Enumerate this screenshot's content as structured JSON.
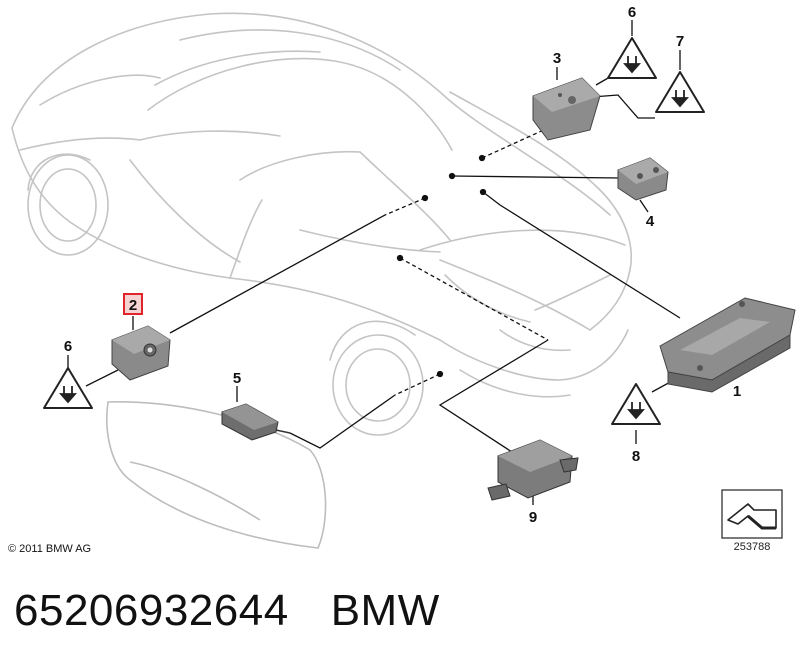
{
  "diagram": {
    "callouts": [
      {
        "id": "c1",
        "text": "1"
      },
      {
        "id": "c2",
        "text": "2"
      },
      {
        "id": "c3",
        "text": "3"
      },
      {
        "id": "c4",
        "text": "4"
      },
      {
        "id": "c5",
        "text": "5"
      },
      {
        "id": "c6a",
        "text": "6"
      },
      {
        "id": "c6b",
        "text": "6"
      },
      {
        "id": "c7",
        "text": "7"
      },
      {
        "id": "c8",
        "text": "8"
      },
      {
        "id": "c9",
        "text": "9"
      }
    ],
    "highlight_callout": "2",
    "highlight_color": "#e0242c",
    "copyright": "© 2011 BMW AG",
    "reference_number": "253788"
  },
  "footer": {
    "part_number": "65206932644",
    "brand": "BMW"
  }
}
